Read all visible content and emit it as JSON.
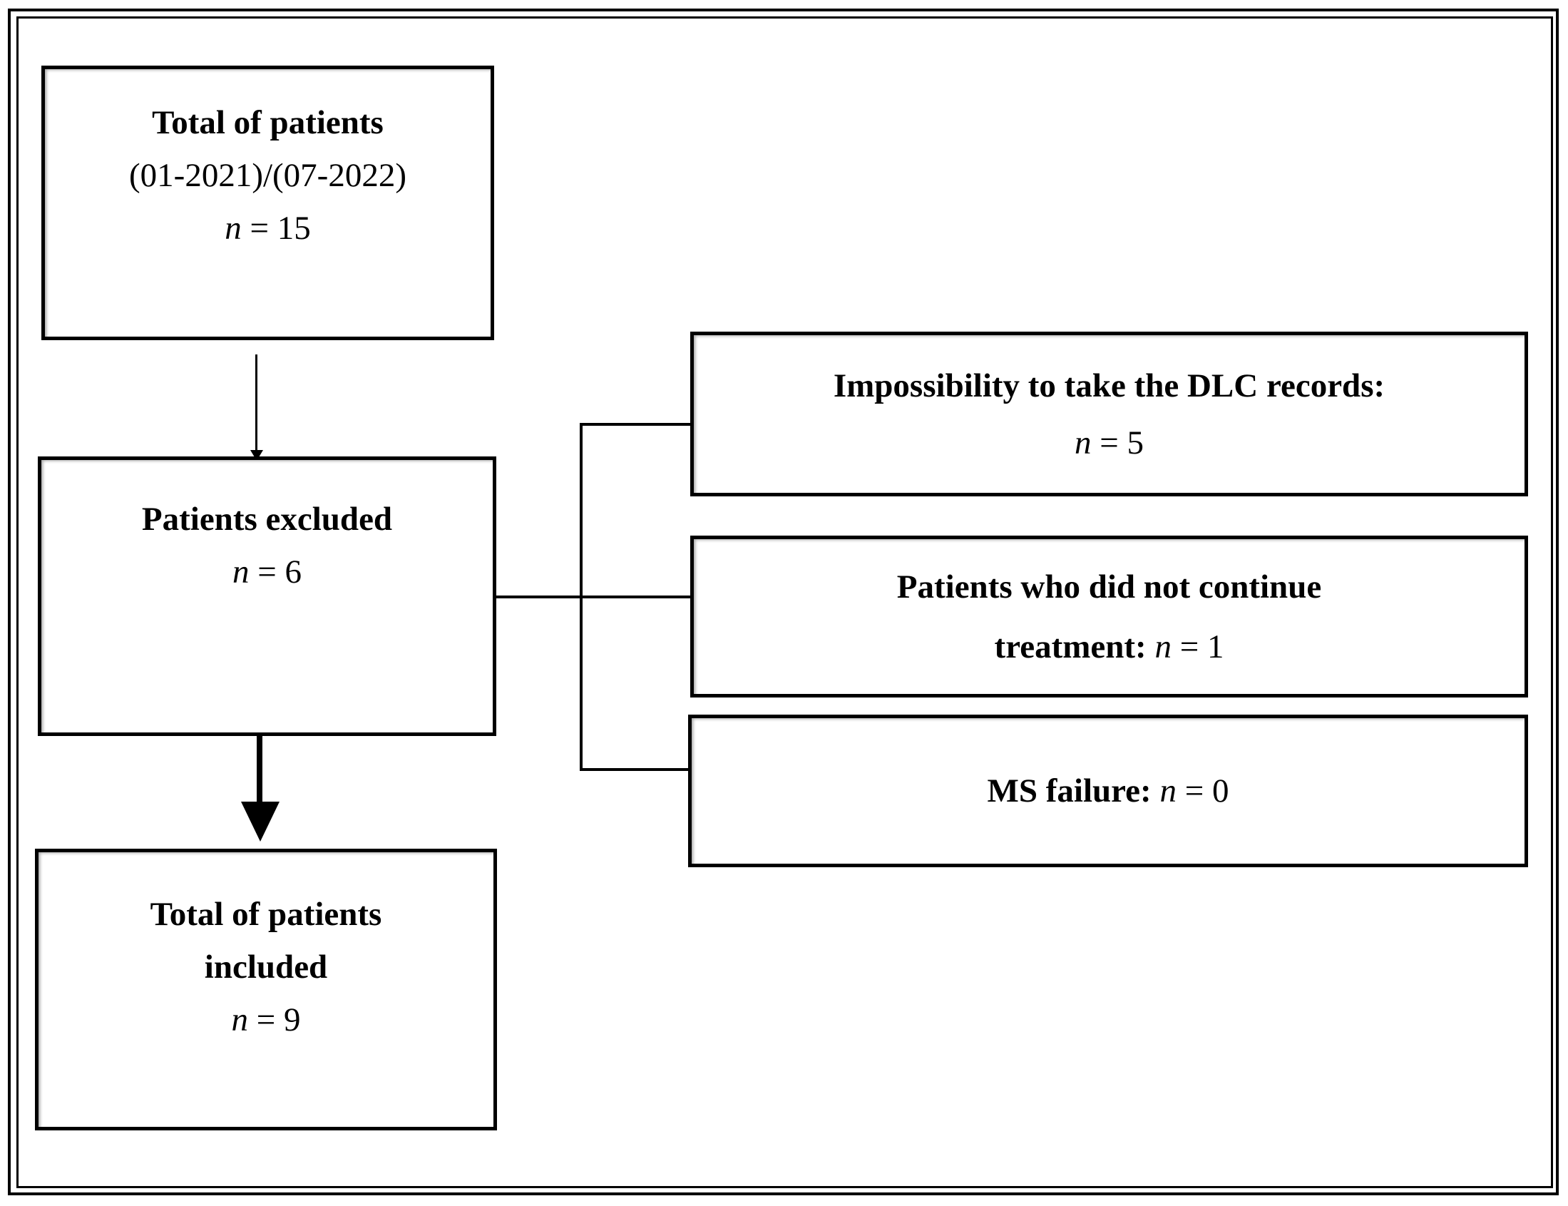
{
  "figure": {
    "type": "flowchart",
    "background_color": "#ffffff",
    "line_color": "#000000",
    "shadow_color": "#9a9a9a"
  },
  "boxes": [
    {
      "key": "total-patients",
      "lines": [
        [
          {
            "t": "Total of patients",
            "b": true
          }
        ],
        [
          {
            "t": "(01-2021)/(07-2022)"
          }
        ],
        [
          {
            "t": "n",
            "i": true
          },
          {
            "t": " = 15"
          }
        ]
      ]
    },
    {
      "key": "patients-excluded",
      "lines": [
        [
          {
            "t": "Patients excluded",
            "b": true
          }
        ],
        [
          {
            "t": "n",
            "i": true
          },
          {
            "t": " = 6"
          }
        ]
      ]
    },
    {
      "key": "total-patients-included",
      "lines": [
        [
          {
            "t": "Total of patients",
            "b": true
          }
        ],
        [
          {
            "t": "included",
            "b": true
          }
        ],
        [
          {
            "t": "n",
            "i": true
          },
          {
            "t": " = 9"
          }
        ]
      ]
    },
    {
      "key": "dlc-records",
      "lines": [
        [
          {
            "t": "Impossibility to take the DLC records:",
            "b": true
          }
        ],
        [
          {
            "t": "n",
            "i": true
          },
          {
            "t": " = 5"
          }
        ]
      ]
    },
    {
      "key": "did-not-continue",
      "lines": [
        [
          {
            "t": "Patients who did not continue",
            "b": true
          }
        ],
        [
          {
            "t": "treatment: ",
            "b": true
          },
          {
            "t": "n",
            "i": true
          },
          {
            "t": " = 1"
          }
        ]
      ]
    },
    {
      "key": "ms-failure",
      "lines": [
        [
          {
            "t": "MS failure: ",
            "b": true
          },
          {
            "t": "n",
            "i": true
          },
          {
            "t": " = 0"
          }
        ]
      ]
    }
  ]
}
